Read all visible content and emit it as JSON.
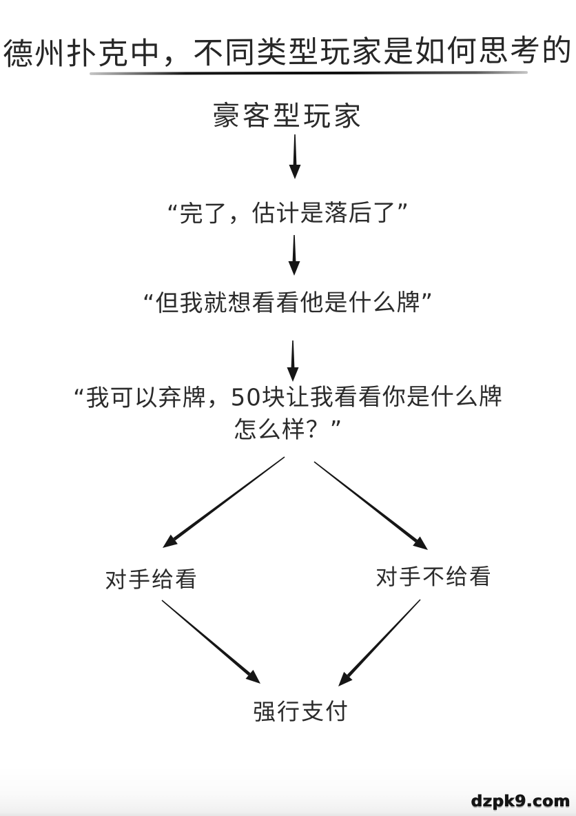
{
  "page": {
    "background_color": "#ffffff",
    "ink_color": "#161616",
    "title": "德州扑克中，不同类型玩家是如何思考的",
    "watermark": "dzpk9.com"
  },
  "flowchart": {
    "root_label": "豪客型玩家",
    "thought_1": "“完了，估计是落后了”",
    "thought_2": "“但我就想看看他是什么牌”",
    "thought_3_line1": "“我可以弃牌，50块让我看看你是什么牌",
    "thought_3_line2": "怎么样？”",
    "branch_left_label": "对手给看",
    "branch_right_label": "对手不给看",
    "outcome_label": "强行支付",
    "edges": [
      {
        "from": "豪客型玩家",
        "to": "“完了，估计是落后了”"
      },
      {
        "from": "“完了，估计是落后了”",
        "to": "“但我就想看看他是什么牌”"
      },
      {
        "from": "“但我就想看看他是什么牌”",
        "to": "“我可以弃牌，50块让我看看你是什么牌 怎么样？”"
      },
      {
        "from": "“我可以弃牌，50块让我看看你是什么牌 怎么样？”",
        "to": "对手给看"
      },
      {
        "from": "“我可以弃牌，50块让我看看你是什么牌 怎么样？”",
        "to": "对手不给看"
      },
      {
        "from": "对手给看",
        "to": "强行支付"
      },
      {
        "from": "对手不给看",
        "to": "强行支付"
      }
    ]
  }
}
